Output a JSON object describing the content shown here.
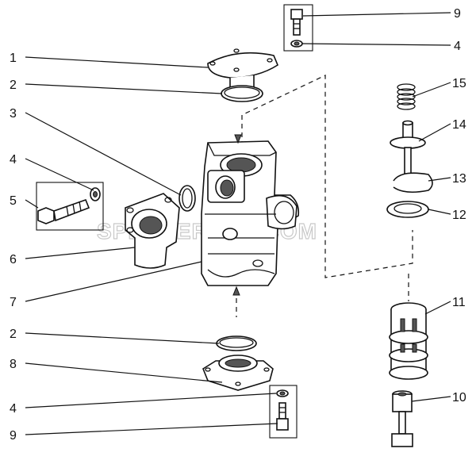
{
  "watermark": "SPECSERVER.COM",
  "callouts": [
    {
      "id": "1-top",
      "text": "1"
    },
    {
      "id": "2-top",
      "text": "2"
    },
    {
      "id": "3",
      "text": "3"
    },
    {
      "id": "4-left",
      "text": "4"
    },
    {
      "id": "5",
      "text": "5"
    },
    {
      "id": "6",
      "text": "6"
    },
    {
      "id": "7",
      "text": "7"
    },
    {
      "id": "2-bottom",
      "text": "2"
    },
    {
      "id": "8",
      "text": "8"
    },
    {
      "id": "4-bottom",
      "text": "4"
    },
    {
      "id": "9-bottom",
      "text": "9"
    },
    {
      "id": "9-top",
      "text": "9"
    },
    {
      "id": "4-top",
      "text": "4"
    },
    {
      "id": "15",
      "text": "15"
    },
    {
      "id": "14",
      "text": "14"
    },
    {
      "id": "13",
      "text": "13"
    },
    {
      "id": "12",
      "text": "12"
    },
    {
      "id": "11",
      "text": "11"
    },
    {
      "id": "10",
      "text": "10"
    }
  ]
}
